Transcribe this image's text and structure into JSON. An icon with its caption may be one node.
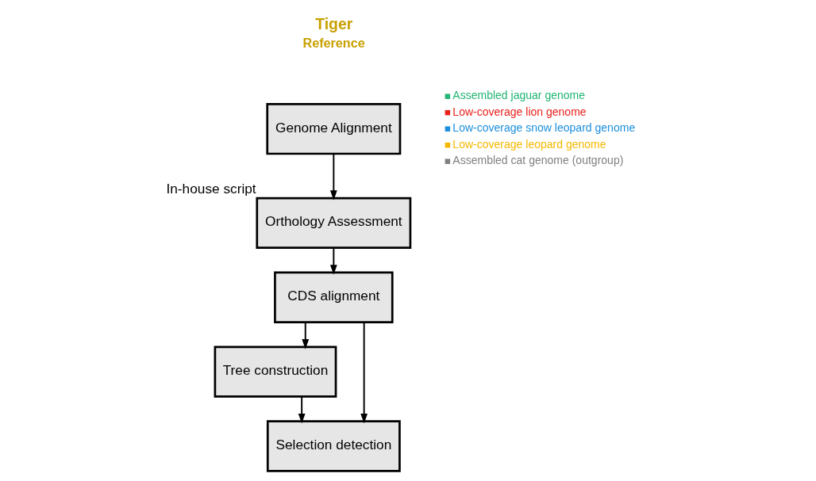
{
  "diagram": {
    "nodes": [
      {
        "text": [
          "Genome Alignment"
        ]
      },
      {
        "text": [
          "Orthology Assessment"
        ],
        "beside": [
          "In-house script"
        ]
      },
      {
        "text": [
          "CDS alignment"
        ]
      },
      {
        "text": [
          "Tree construction"
        ]
      },
      {
        "text": [
          "Selection detection"
        ]
      }
    ],
    "edges": [
      {
        "from": 0,
        "to": 1,
        "arrow": "to"
      },
      {
        "from": 1,
        "to": 2,
        "arrow": "to"
      },
      {
        "from": 2,
        "to": 3,
        "arrow": "to"
      },
      {
        "from": 2,
        "to": 4,
        "arrow": "to"
      },
      {
        "from": 3,
        "to": 4,
        "arrow": "to"
      }
    ],
    "labels": [
      "Tiger",
      "Reference"
    ],
    "legend": [
      {
        "text": "Assembled jaguar genome",
        "color": "#22b573"
      },
      {
        "text": "Low-coverage lion genome",
        "color": "#e8201a"
      },
      {
        "text": "Low-coverage snow leopard genome",
        "color": "#1b8fdf"
      },
      {
        "text": "Low-coverage leopard genome",
        "color": "#f5b800"
      },
      {
        "text": "Assembled cat genome (outgroup)",
        "color": "#808080"
      }
    ]
  }
}
